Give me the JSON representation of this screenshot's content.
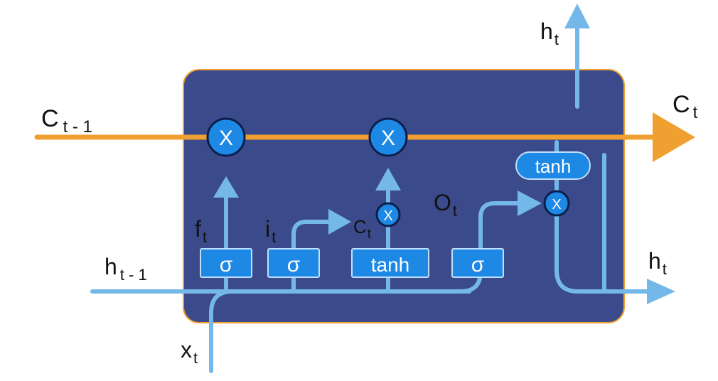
{
  "colors": {
    "cell_fill": "#3b4a8a",
    "cell_border": "#f0a030",
    "cell_state": "#f0a030",
    "hidden_flow": "#74b8ea",
    "gate_fill": "#1e88e5",
    "gate_border": "#bfe0fb",
    "op_fill": "#1e88e5",
    "op_border": "#0b1f4a"
  },
  "labels": {
    "c_prev": {
      "base": "C",
      "sub": "t - 1"
    },
    "c_next": {
      "base": "C",
      "sub": "t"
    },
    "h_prev": {
      "base": "h",
      "sub": "t - 1"
    },
    "h_top": {
      "base": "h",
      "sub": "t"
    },
    "h_right": {
      "base": "h",
      "sub": "t"
    },
    "x_in": {
      "base": "x",
      "sub": "t"
    },
    "f_gate": {
      "base": "f",
      "sub": "t"
    },
    "i_gate": {
      "base": "i",
      "sub": "t"
    },
    "c_cand": {
      "base": "C",
      "sub": "t"
    },
    "o_gate": {
      "base": "O",
      "sub": "t"
    }
  },
  "gates": {
    "forget": "σ",
    "input": "σ",
    "candidate": "tanh",
    "output": "σ",
    "cell_tanh": "tanh"
  },
  "ops": {
    "forget_mul": "X",
    "input_mul": "X",
    "candidate_mul": "X",
    "output_mul": "X"
  }
}
